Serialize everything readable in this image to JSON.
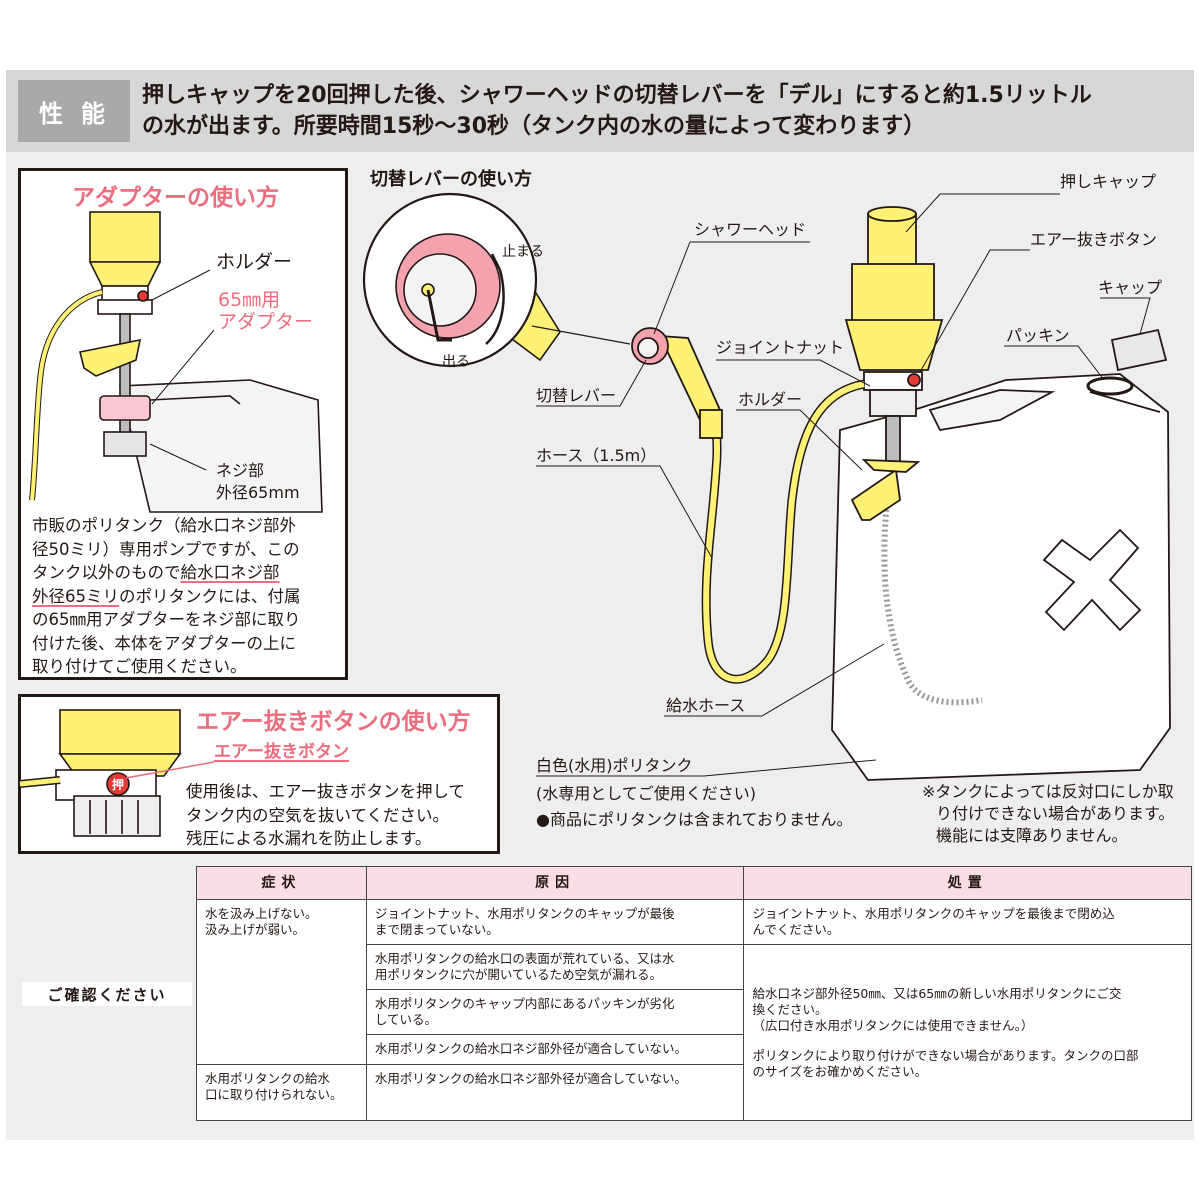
{
  "performance": {
    "label": "性能",
    "line1": "押しキャップを20回押した後、シャワーヘッドの切替レバーを「デル」にすると約1.5リットル",
    "line2": "の水が出ます。所要時間15秒〜30秒（タンク内の水の量によって変わります）"
  },
  "adapter_box": {
    "title": "アダプターの使い方",
    "holder": "ホルダー",
    "adapter_line1": "65㎜用",
    "adapter_line2": "アダプター",
    "thread_line1": "ネジ部",
    "thread_line2": "外径65mm",
    "body_line1": "市販のポリタンク（給水口ネジ部外",
    "body_line2": "径50ミリ）専用ポンプですが、この",
    "body_line3a": "タンク以外のもので",
    "body_line3b": "給水口ネジ部",
    "body_line4a": "外径65ミリ",
    "body_line4b": "のポリタンクには、付属",
    "body_line5": "の65㎜用アダプターをネジ部に取り",
    "body_line6": "付けた後、本体をアダプターの上に",
    "body_line7": "取り付けてご使用ください。"
  },
  "air_box": {
    "title": "エアー抜きボタンの使い方",
    "label": "エアー抜きボタン",
    "push_mark": "押",
    "body_line1": "使用後は、エアー抜きボタンを押して",
    "body_line2": "タンク内の空気を抜いてください。",
    "body_line3": "残圧による水漏れを防止します。"
  },
  "lever": {
    "title": "切替レバーの使い方",
    "stop": "止まる",
    "out": "出る"
  },
  "labels": {
    "push_cap": "押しキャップ",
    "air_button": "エアー抜きボタン",
    "cap": "キャップ",
    "packing": "パッキン",
    "shower_head": "シャワーヘッド",
    "joint_nut": "ジョイントナット",
    "holder": "ホルダー",
    "switch_lever": "切替レバー",
    "hose": "ホース（1.5m）",
    "supply_hose": "給水ホース",
    "tank_line1": "白色(水用)ポリタンク",
    "tank_line2": "(水専用としてご使用ください)",
    "tank_line3": "●商品にポリタンクは含まれておりません。",
    "note_line1": "※タンクによっては反対口にしか取",
    "note_line2": "り付けできない場合があります。",
    "note_line3": "機能には支障ありません。"
  },
  "trouble": {
    "confirm": "ご確認ください",
    "headers": [
      "症状",
      "原因",
      "処置"
    ],
    "symptom1_line1": "水を汲み上げない。",
    "symptom1_line2": "汲み上げが弱い。",
    "symptom2_line1": "水用ポリタンクの給水",
    "symptom2_line2": "口に取り付けられない。",
    "cause1_line1": "ジョイントナット、水用ポリタンクのキャップが最後",
    "cause1_line2": "まで閉まっていない。",
    "cause2_line1": "水用ポリタンクの給水口の表面が荒れている、又は水",
    "cause2_line2": "用ポリタンクに穴が開いているため空気が漏れる。",
    "cause3_line1": "水用ポリタンクのキャップ内部にあるパッキンが劣化",
    "cause3_line2": "している。",
    "cause4": "水用ポリタンクの給水口ネジ部外径が適合していない。",
    "cause5": "水用ポリタンクの給水口ネジ部外径が適合していない。",
    "remedy1_line1": "ジョイントナット、水用ポリタンクのキャップを最後まで閉め込",
    "remedy1_line2": "んでください。",
    "remedy2_line1": "給水口ネジ部外径50㎜、又は65㎜の新しい水用ポリタンクにご交",
    "remedy2_line2": "換ください。",
    "remedy2_line3": "（広口付き水用ポリタンクには使用できません。）",
    "remedy3_line1": "ポリタンクにより取り付けができない場合があります。タンクの口部",
    "remedy3_line2": "のサイズをお確かめください。"
  },
  "colors": {
    "pink": "#ec6d7e",
    "yellow": "#fff176",
    "header_gray": "#d7d7d7",
    "label_gray": "#a9a9a9",
    "table_header": "#fbdde5"
  }
}
